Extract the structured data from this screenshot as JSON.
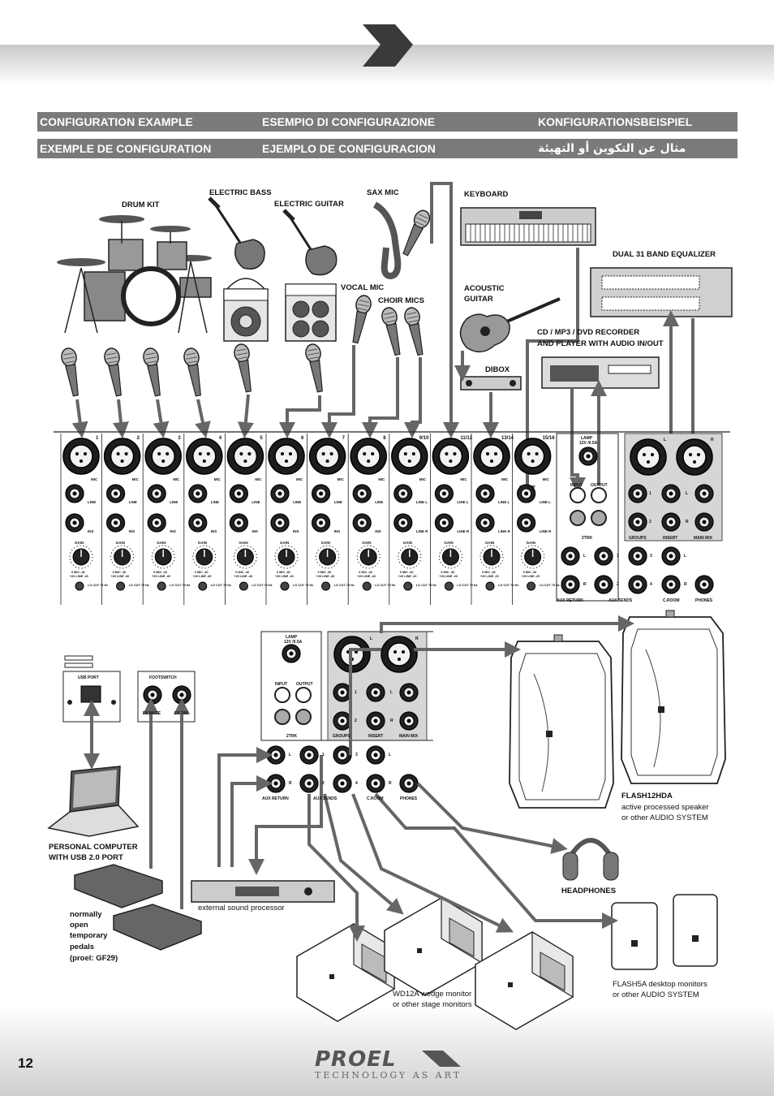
{
  "header": {
    "row1": [
      "CONFIGURATION EXAMPLE",
      "ESEMPIO DI CONFIGURAZIONE",
      "KONFIGURATIONSBEISPIEL"
    ],
    "row2": [
      "EXEMPLE DE CONFIGURATION",
      "EJEMPLO DE CONFIGURACION",
      "مثال عن التكوين أو التهيئة"
    ]
  },
  "sources": {
    "drum_kit": "DRUM KIT",
    "electric_bass": "ELECTRIC BASS",
    "electric_guitar": "ELECTRIC GUITAR",
    "sax_mic": "SAX MIC",
    "keyboard": "KEYBOARD",
    "dual_eq": "DUAL 31 BAND EQUALIZER",
    "vocal_mic": "VOCAL MIC",
    "choir_mics": "CHOIR MICS",
    "acoustic_guitar_1": "ACOUSTIC",
    "acoustic_guitar_2": "GUITAR",
    "cd_recorder_1": "CD / MP3 / DVD RECORDER",
    "cd_recorder_2": "AND PLAYER WITH AUDIO IN/OUT",
    "dibox": "DIBOX"
  },
  "mixer": {
    "channels": [
      "1",
      "2",
      "3",
      "4",
      "5",
      "6",
      "7",
      "8",
      "9/10",
      "11/12",
      "13/14",
      "15/16"
    ],
    "mic": "MIC",
    "line": "LINE",
    "ins": "INS",
    "line_l": "LINE L",
    "line_r": "LINE R",
    "gain": "GAIN",
    "gain_range_mono": "0 MIC -40 / +20 LINE -40",
    "gain_range_stereo": "0 MIC -40 / +20 LINE -20",
    "locut": "LO CUT 75 Hz",
    "lamp": "LAMP",
    "lamp_spec": "12V /0.5A",
    "input": "INPUT",
    "output": "OUTPUT",
    "two_trk": "2TRK",
    "groups": "GROUPS",
    "insert": "INSERT",
    "main_mix": "MAIN MIX",
    "aux_return": "AUX RETURN",
    "aux_sends": "AUX SENDS",
    "croom": "C.ROOM",
    "phones": "PHONES",
    "l": "L",
    "r": "R",
    "n1": "1",
    "n2": "2",
    "n3": "3",
    "n4": "4"
  },
  "lower": {
    "usb_port": "USB PORT",
    "footswitch": "FOOTSWITCH",
    "fx_mute": "FX MUTE",
    "fx_tap": "FX TAP",
    "pc_1": "PERSONAL COMPUTER",
    "pc_2": "WITH USB 2.0 PORT",
    "pedals": [
      "normally",
      "open",
      "temporary",
      "pedals",
      "(proel: GF29)"
    ],
    "processor": "external sound processor",
    "flash12_1": "FLASH12HDA",
    "flash12_2": "active processed speaker",
    "flash12_3": "or other AUDIO SYSTEM",
    "headphones": "HEADPHONES",
    "wd12_1": "WD12A wedge monitor",
    "wd12_2": "or other stage monitors",
    "flash5_1": "FLASH5A desktop monitors",
    "flash5_2": "or other AUDIO SYSTEM"
  },
  "footer": {
    "page": "12",
    "logo": "PROEL",
    "tagline": "TECHNOLOGY AS ART"
  }
}
